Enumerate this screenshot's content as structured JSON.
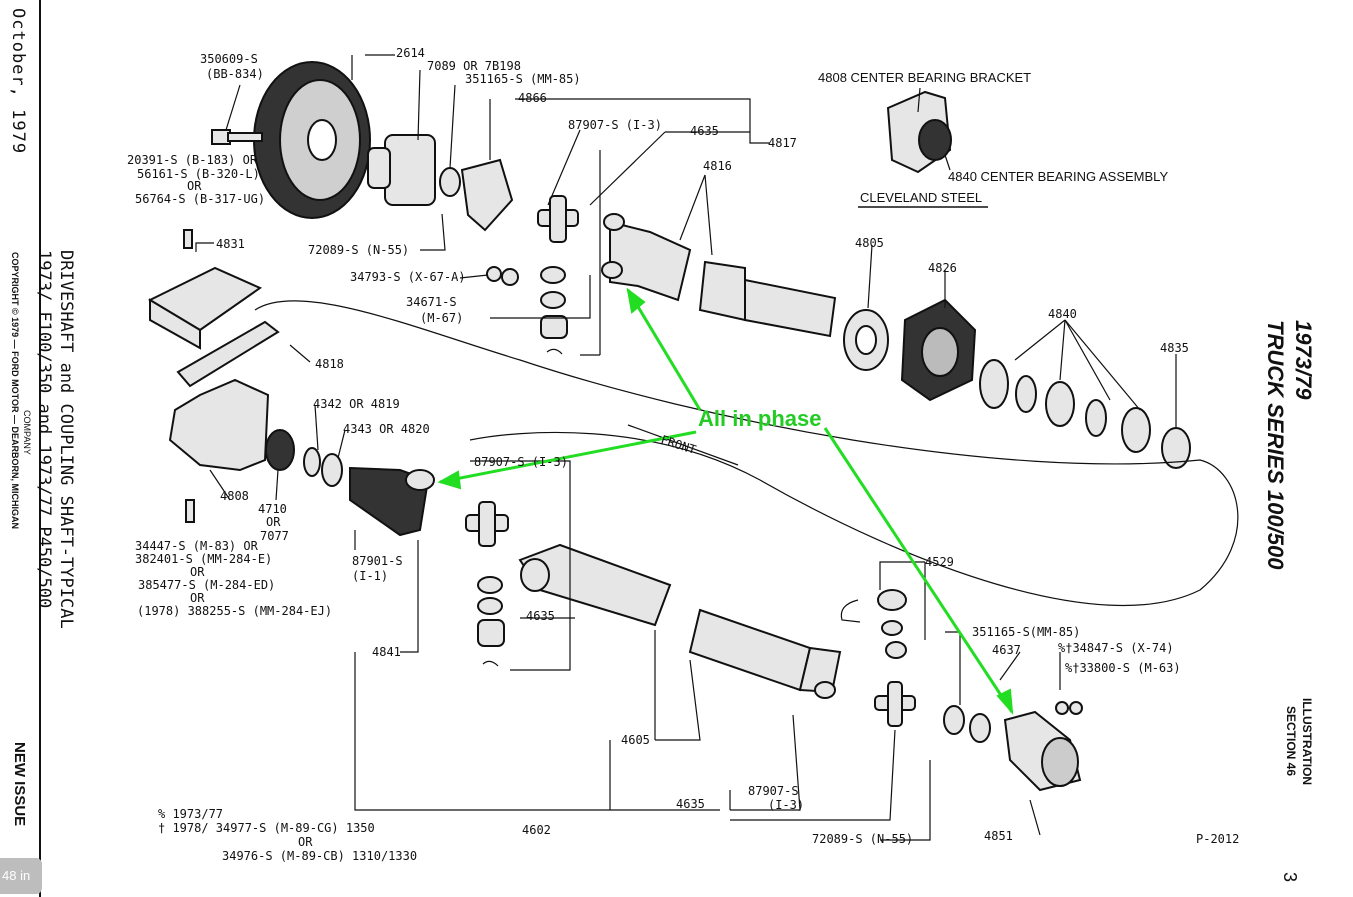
{
  "side_left": {
    "date": "October, 1979",
    "copyright": "COPYRIGHT © 1979  — FORD MOTOR — DEARBORN, MICHIGAN",
    "copyright2": "COMPANY",
    "title_line1": "DRIVESHAFT and COUPLING SHAFT-TYPICAL",
    "title_line2": "1973/  F100/350 and 1973/77 P450/500",
    "new_issue": "NEW ISSUE"
  },
  "side_right": {
    "truck_series_1": "1973/79",
    "truck_series_2": "TRUCK SERIES 100/500",
    "illustration_1": "ILLUSTRATION",
    "illustration_2": "SECTION 46",
    "page_number": "3"
  },
  "annotation": {
    "text": "All in phase",
    "color": "#22dd22"
  },
  "labels": {
    "p350609": "350609-S",
    "bb834": "(BB-834)",
    "p2614": "2614",
    "p7089": "7089 OR 7B198",
    "p351165a": "351165-S (MM-85)",
    "p4866": "4866",
    "p20391": "20391-S (B-183) OR",
    "p56161": "56161-S (B-320-L)",
    "or1": "OR",
    "p56764": "56764-S (B-317-UG)",
    "p87907a": "87907-S (I-3)",
    "p4635a": "4635",
    "p4817": "4817",
    "p4816": "4816",
    "p4808cb": "4808 CENTER BEARING BRACKET",
    "p4840cb": "4840 CENTER BEARING ASSEMBLY",
    "cleveland": "CLEVELAND STEEL",
    "p4831": "4831",
    "p72089a": "72089-S (N-55)",
    "p34793": "34793-S (X-67-A)",
    "p34671": "34671-S",
    "m67": "(M-67)",
    "p4805": "4805",
    "p4826": "4826",
    "p4840": "4840",
    "p4835": "4835",
    "p4818": "4818",
    "p4342": "4342 OR 4819",
    "p4343": "4343 OR 4820",
    "front": "FRONT",
    "p87907b": "87907-S (I-3)",
    "p4808": "4808",
    "p4710": "4710",
    "or2": "OR",
    "p7077": "7077",
    "p34447": "34447-S (M-83) OR",
    "p382401": "382401-S (MM-284-E)",
    "or3": "OR",
    "p385477": "385477-S (M-284-ED)",
    "or4": "OR",
    "p388255": "(1978) 388255-S (MM-284-EJ)",
    "p87901": "87901-S",
    "i1": "(I-1)",
    "p4841": "4841",
    "p4635b": "4635",
    "p4529": "4529",
    "p351165b": "351165-S(MM-85)",
    "p4637": "4637",
    "p34847": "%†34847-S (X-74)",
    "p33800": "%†33800-S (M-63)",
    "p4605": "4605",
    "p87907c": "87907-S",
    "i3": "(I-3)",
    "p4635c": "4635",
    "p72089b": "72089-S (N-55)",
    "p4851": "4851",
    "p4602": "4602",
    "pct": "% 1973/77",
    "dag": "† 1978/   34977-S (M-89-CG) 1350",
    "or5": "OR",
    "p34976": "34976-S (M-89-CB) 1310/1330",
    "p2012": "P-2012"
  },
  "zoom_chip": "48 in"
}
